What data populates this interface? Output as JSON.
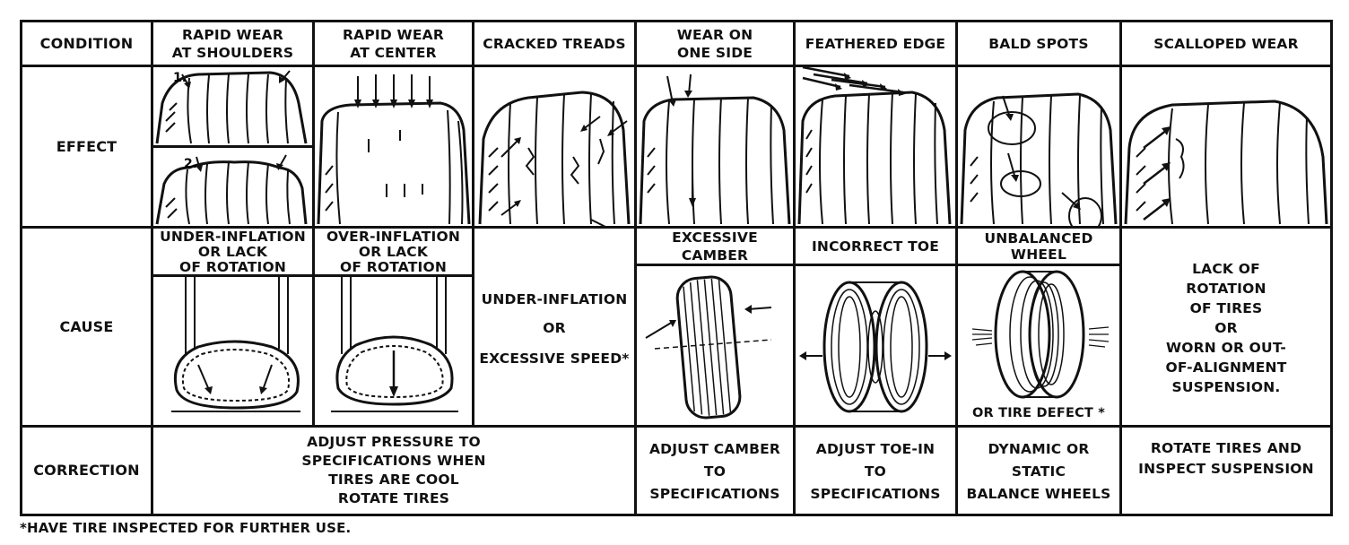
{
  "header": {
    "condition_label": "CONDITION",
    "rapid_wear_shoulders": "RAPID WEAR\nAT SHOULDERS",
    "rapid_wear_center": "RAPID WEAR\nAT CENTER",
    "cracked_treads": "CRACKED TREADS",
    "wear_one_side": "WEAR ON\nONE SIDE",
    "feathered_edge": "FEATHERED EDGE",
    "bald_spots": "BALD SPOTS",
    "scalloped_wear": "SCALLOPED WEAR"
  },
  "rows": {
    "effect": "EFFECT",
    "cause": "CAUSE",
    "correction": "CORRECTION"
  },
  "effect_markers": {
    "one": "1.",
    "two": "2."
  },
  "causes": {
    "shoulders": "UNDER-INFLATION\nOR LACK\nOF ROTATION",
    "center": "OVER-INFLATION\nOR LACK\nOF ROTATION",
    "cracked_1": "UNDER-INFLATION",
    "cracked_or": "OR",
    "cracked_2": "EXCESSIVE SPEED*",
    "one_side": "EXCESSIVE CAMBER",
    "feathered": "INCORRECT TOE",
    "bald": "UNBALANCED\nWHEEL",
    "bald_foot": "OR TIRE DEFECT *",
    "scalloped": "LACK OF\nROTATION\nOF TIRES\nOR\nWORN OR OUT-\nOF-ALIGNMENT\nSUSPENSION."
  },
  "corrections": {
    "pressure": "ADJUST PRESSURE TO\nSPECIFICATIONS WHEN\nTIRES ARE COOL\nROTATE TIRES",
    "camber": "ADJUST CAMBER\nTO\nSPECIFICATIONS",
    "toe": "ADJUST TOE-IN\nTO\nSPECIFICATIONS",
    "balance": "DYNAMIC OR\nSTATIC\nBALANCE WHEELS",
    "rotate": "ROTATE TIRES AND\nINSPECT SUSPENSION"
  },
  "footnote": "*HAVE TIRE INSPECTED FOR FURTHER USE."
}
